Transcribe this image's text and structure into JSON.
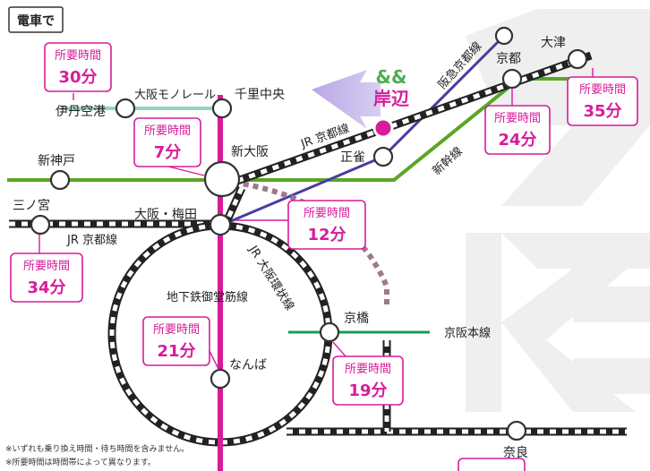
{
  "header": {
    "title": "電車で"
  },
  "destination": {
    "logo": "&&",
    "name": "岸辺"
  },
  "lines": {
    "monorail": "大阪モノレール",
    "hankyu": "阪急京都線",
    "jr_kyoto_east": "JR 京都線",
    "jr_kyoto_west": "JR 京都線",
    "shinkansen": "新幹線",
    "loop": "JR 大阪環状線",
    "midosuji": "地下鉄御堂筋線",
    "keihan": "京阪本線"
  },
  "stations": {
    "itami": "伊丹空港",
    "senri": "千里中央",
    "shinosaka": "新大阪",
    "shojaku": "正雀",
    "kyoto": "京都",
    "otsu": "大津",
    "shinkobe": "新神戸",
    "sannomiya": "三ノ宮",
    "umeda": "大阪・梅田",
    "kyobashi": "京橋",
    "namba": "なんば",
    "nara": "奈良"
  },
  "times": {
    "label": "所要時間",
    "itami": "30分",
    "shinosaka": "7分",
    "otsu": "35分",
    "kyoto": "24分",
    "umeda": "12分",
    "sannomiya": "34分",
    "namba": "21分",
    "kyobashi": "19分"
  },
  "notes": {
    "line1": "※いずれも乗り換え時間・待ち時間を含みません。",
    "line2": "※所要時間は時間帯によって異なります。"
  },
  "colors": {
    "midosuji": "#d81b9a",
    "shinkansen": "#5aa624",
    "hankyu": "#4a3ca0",
    "monorail": "#8fd6c4",
    "keihan": "#1a9a5a",
    "loop_link": "#a0788c",
    "destination": "#d81b9a"
  }
}
